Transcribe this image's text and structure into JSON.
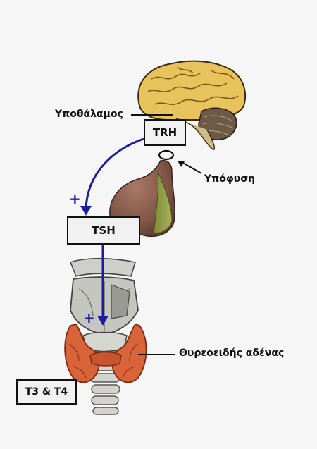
{
  "labels": {
    "hypothalamus": "Υποθάλαμος",
    "pituitary": "Υπόφυση",
    "thyroid": "Θυρεοειδής αδένας"
  },
  "hormones": {
    "trh": "TRH",
    "tsh": "TSH",
    "t3t4": "T3 & T4"
  },
  "signs": {
    "stimulate_1": "+",
    "stimulate_2": "+"
  },
  "colors": {
    "arrow": "#1c1c9e",
    "brain": "#e8c25a",
    "pituitary": "#8b5e4e",
    "thyroid": "#d9643a",
    "cartilage": "#c9c9c4"
  }
}
